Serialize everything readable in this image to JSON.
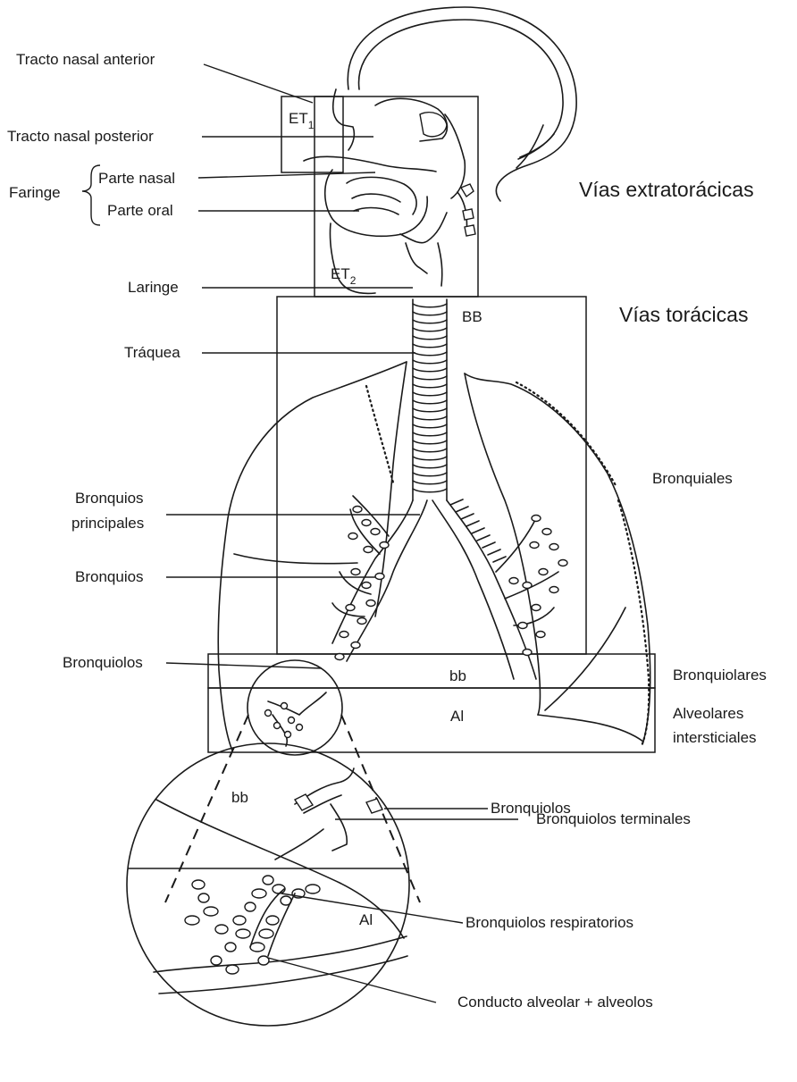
{
  "labels": {
    "tracto_nasal_anterior": "Tracto nasal anterior",
    "tracto_nasal_posterior": "Tracto nasal posterior",
    "faringe": "Faringe",
    "parte_nasal": "Parte nasal",
    "parte_oral": "Parte oral",
    "laringe": "Laringe",
    "traquea": "Tráquea",
    "bronquios_principales_1": "Bronquios",
    "bronquios_principales_2": "principales",
    "bronquios": "Bronquios",
    "bronquiolos": "Bronquiolos",
    "bronquiolos_detail": "Bronquiolos",
    "bronquiolos_terminales": "Bronquiolos terminales",
    "bronquiolos_respiratorios": "Bronquiolos respiratorios",
    "conducto_alveolar": "Conducto alveolar + alveolos"
  },
  "regions": {
    "extratoracicas": "Vías extratorácicas",
    "toracicas": "Vías torácicas",
    "bronquiales": "Bronquiales",
    "bronquiolares": "Bronquiolares",
    "alveolares_1": "Alveolares",
    "alveolares_2": "intersticiales"
  },
  "zones": {
    "et1_main": "ET",
    "et1_sub": "1",
    "et2_main": "ET",
    "et2_sub": "2",
    "bb_upper": "BB",
    "bb_lower": "bb",
    "al": "Al",
    "bb_detail": "bb",
    "al_detail": "Al"
  }
}
